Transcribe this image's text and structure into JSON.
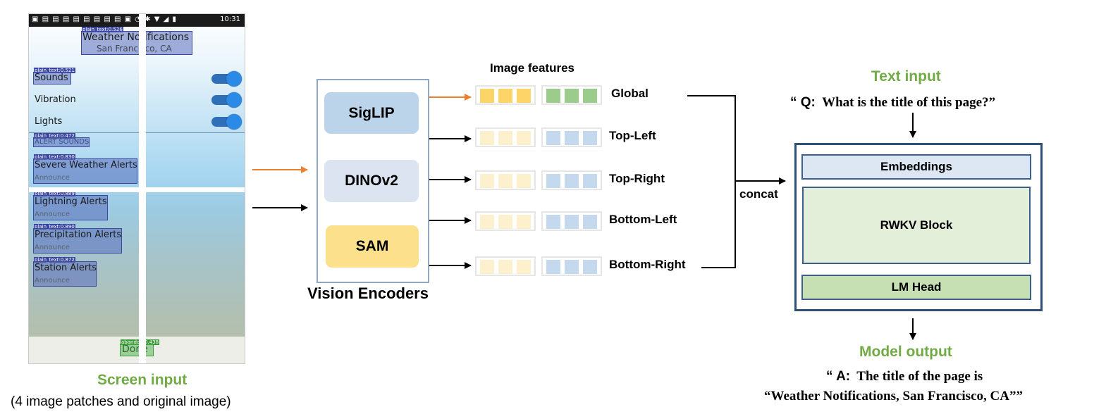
{
  "phone": {
    "status_right": "10:31",
    "header_title": "Weather Notifications",
    "header_subtitle": "San Francisco, CA",
    "header_tag": "plain_text:0.526",
    "rows": [
      {
        "label": "Sounds",
        "tag": "plain_text:0.521"
      },
      {
        "label": "Vibration"
      },
      {
        "label": "Lights"
      }
    ],
    "section_label": "ALERT SOUNDS",
    "section_tag": "plain_text:0.472",
    "alerts": [
      {
        "title": "Severe Weather Alerts",
        "sub": "Announce",
        "tag": "plain_text:0.830"
      },
      {
        "title": "Lightning Alerts",
        "sub": "Announce",
        "tag": "plain_text:0.889"
      },
      {
        "title": "Precipitation Alerts",
        "sub": "Announce",
        "tag": "plain_text:0.890"
      },
      {
        "title": "Station Alerts",
        "sub": "Announce",
        "tag": "plain_text:0.872"
      }
    ],
    "done_label": "Done",
    "done_tag": "abandon:0.438"
  },
  "screen_input": {
    "title": "Screen input",
    "subtitle": "(4 image patches and original image)"
  },
  "encoders": {
    "caption": "Vision Encoders",
    "items": [
      {
        "name": "SigLIP",
        "color": "#bcd4ea"
      },
      {
        "name": "DINOv2",
        "color": "#dce4f2"
      },
      {
        "name": "SAM",
        "color": "#fde08c"
      }
    ]
  },
  "features": {
    "title": "Image features",
    "rows": [
      {
        "label": "Global",
        "left_color": "#fdd468",
        "right_color": "#9ccc8c"
      },
      {
        "label": "Top-Left",
        "left_color": "#fdf0cc",
        "right_color": "#c4d8ee"
      },
      {
        "label": "Top-Right",
        "left_color": "#fdf0cc",
        "right_color": "#c4d8ee"
      },
      {
        "label": "Bottom-Left",
        "left_color": "#fdf0cc",
        "right_color": "#c4d8ee"
      },
      {
        "label": "Bottom-Right",
        "left_color": "#fdf0cc",
        "right_color": "#c4d8ee"
      }
    ],
    "concat_label": "concat"
  },
  "text_input": {
    "title": "Text input",
    "q_prefix": "“ Q:",
    "question": "What is the title of this page?”"
  },
  "model": {
    "embeddings": "Embeddings",
    "block": "RWKV Block",
    "head": "LM Head",
    "colors": {
      "embeddings": "#dde7f3",
      "block": "#e3efd8",
      "head": "#c6e0b4"
    }
  },
  "output": {
    "title": "Model output",
    "a_prefix": "“ A:",
    "line1": "The title of the page is",
    "line2": "“Weather Notifications, San Francisco, CA””"
  },
  "colors": {
    "arrow_orange": "#ee7f2d",
    "frame_blue": "#2c4f7c",
    "green": "#72ab45"
  }
}
